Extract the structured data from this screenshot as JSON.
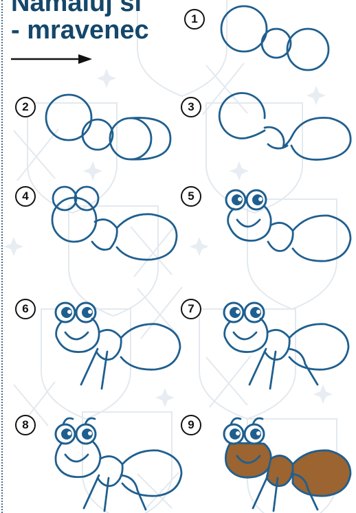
{
  "title": {
    "line1": "Namaluj si",
    "line2": "- mravenec"
  },
  "steps": [
    "1",
    "2",
    "3",
    "4",
    "5",
    "6",
    "7",
    "8",
    "9"
  ],
  "colors": {
    "title": "#14476b",
    "stroke": "#1f5f8f",
    "fill_ant": "#9b6430",
    "eye_pupil": "#1f5f8f",
    "watermark": "#e6ebef"
  },
  "icons": [
    "arrow-right-icon",
    "coat-of-arms-watermark"
  ]
}
